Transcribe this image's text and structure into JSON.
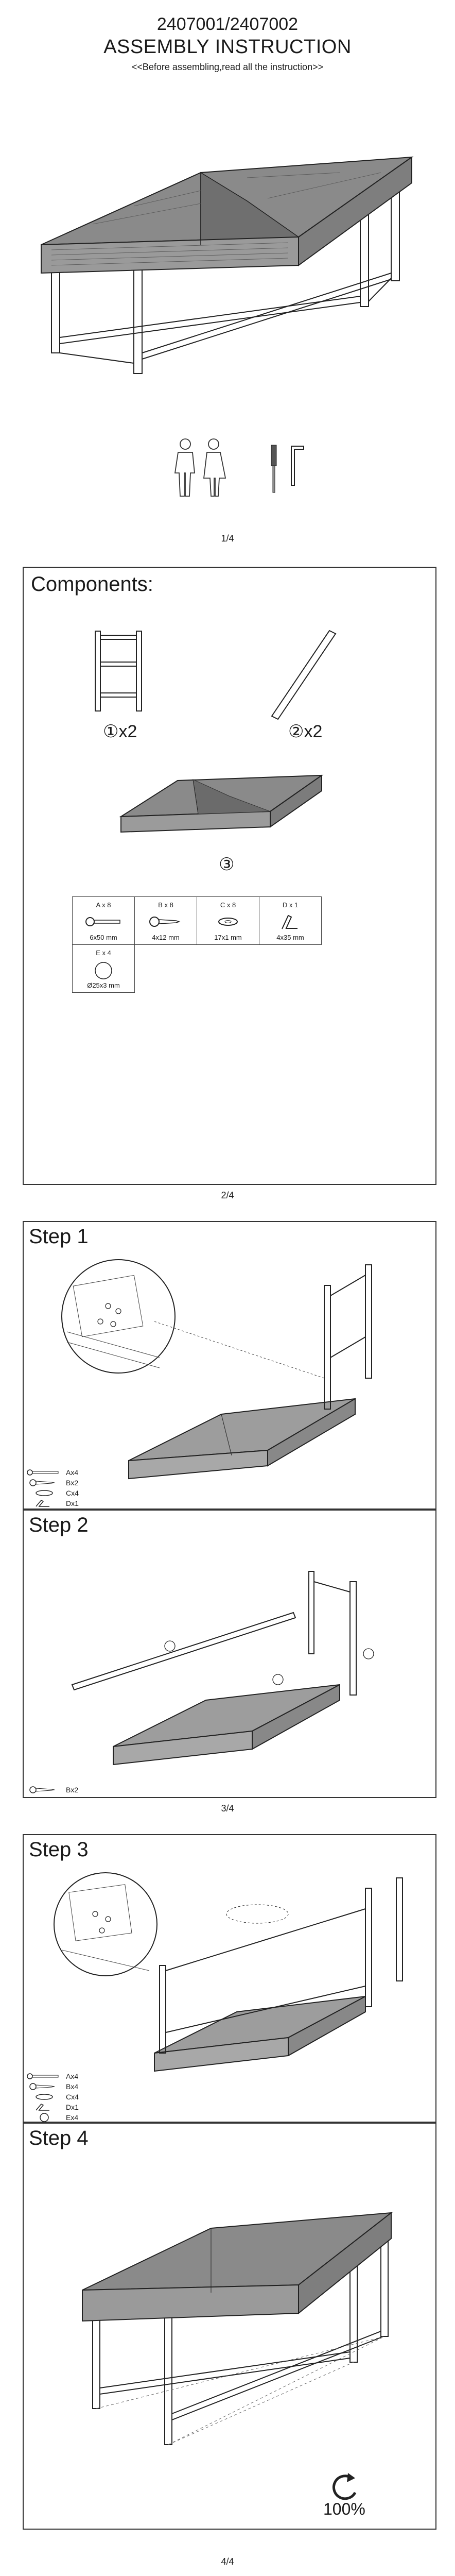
{
  "header": {
    "model_code": "2407001/2407002",
    "title": "ASSEMBLY INSTRUCTION",
    "subtitle": "<<Before assembling,read all the instruction>>"
  },
  "pages": [
    {
      "number": "1/4"
    },
    {
      "number": "2/4"
    },
    {
      "number": "3/4"
    },
    {
      "number": "4/4"
    }
  ],
  "components": {
    "title": "Components:",
    "parts": [
      {
        "callout": "①",
        "qty": "x2"
      },
      {
        "callout": "②",
        "qty": "x2"
      },
      {
        "callout": "③",
        "qty": ""
      }
    ],
    "hardware": [
      {
        "name": "A x 8",
        "size": "6x50 mm",
        "icon": "bolt-icon"
      },
      {
        "name": "B x 8",
        "size": "4x12 mm",
        "icon": "screw-icon"
      },
      {
        "name": "C x 8",
        "size": "17x1 mm",
        "icon": "washer-icon"
      },
      {
        "name": "D x 1",
        "size": "4x35 mm",
        "icon": "allen-key-icon"
      },
      {
        "name": "E x 4",
        "size": "Ø25x3 mm",
        "icon": "felt-pad-icon"
      }
    ]
  },
  "steps": [
    {
      "title": "Step 1",
      "legend": [
        {
          "icon": "bolt-icon",
          "label": "Ax4"
        },
        {
          "icon": "screw-icon",
          "label": "Bx2"
        },
        {
          "icon": "washer-icon",
          "label": "Cx4"
        },
        {
          "icon": "allen-key-icon",
          "label": "Dx1"
        }
      ]
    },
    {
      "title": "Step 2",
      "legend": [
        {
          "icon": "screw-icon",
          "label": "Bx2"
        }
      ]
    },
    {
      "title": "Step 3",
      "legend": [
        {
          "icon": "bolt-icon",
          "label": "Ax4"
        },
        {
          "icon": "screw-icon",
          "label": "Bx4"
        },
        {
          "icon": "washer-icon",
          "label": "Cx4"
        },
        {
          "icon": "allen-key-icon",
          "label": "Dx1"
        },
        {
          "icon": "felt-pad-icon",
          "label": "Ex4"
        }
      ]
    },
    {
      "title": "Step 4",
      "tighten_label": "100%"
    }
  ]
}
